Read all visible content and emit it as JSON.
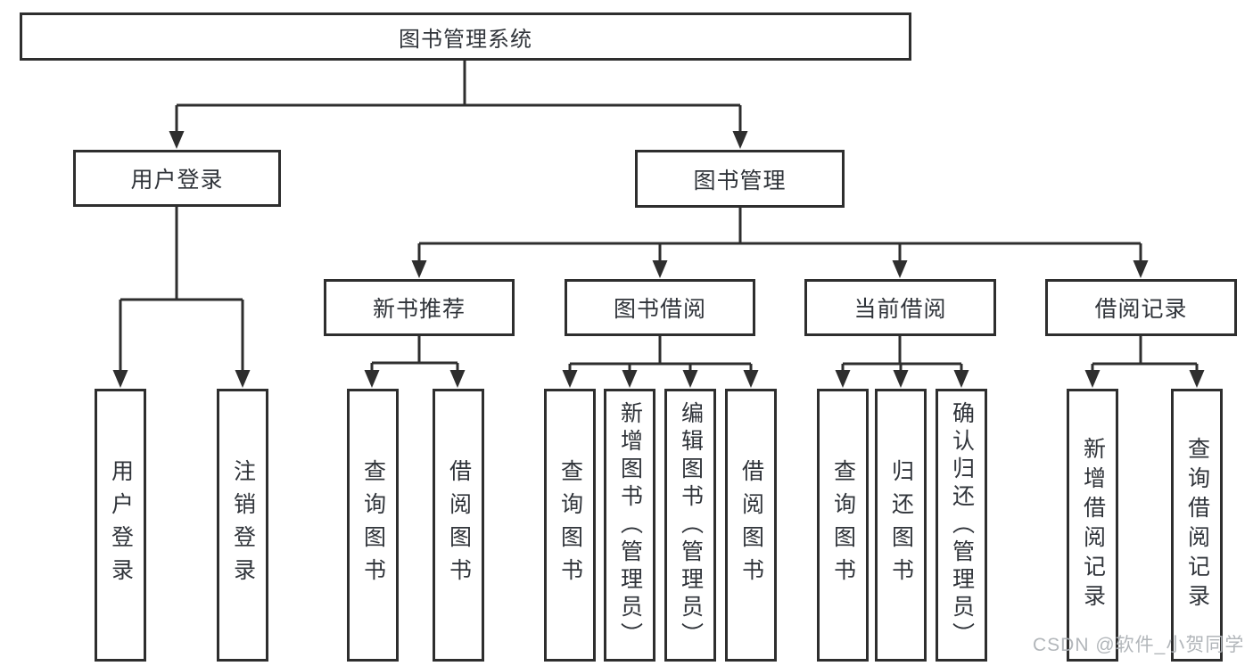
{
  "tree": {
    "label": "图书管理系统",
    "children": [
      {
        "label": "用户登录",
        "children": [
          {
            "label": "用户登录"
          },
          {
            "label": "注销登录"
          }
        ]
      },
      {
        "label": "图书管理",
        "children": [
          {
            "label": "新书推荐",
            "children": [
              {
                "label": "查询图书"
              },
              {
                "label": "借阅图书"
              }
            ]
          },
          {
            "label": "图书借阅",
            "children": [
              {
                "label": "查询图书"
              },
              {
                "label": "新增图书（管理员）"
              },
              {
                "label": "编辑图书（管理员）"
              },
              {
                "label": "借阅图书"
              }
            ]
          },
          {
            "label": "当前借阅",
            "children": [
              {
                "label": "查询图书"
              },
              {
                "label": "归还图书"
              },
              {
                "label": "确认归还（管理员）"
              }
            ]
          },
          {
            "label": "借阅记录",
            "children": [
              {
                "label": "新增借阅记录"
              },
              {
                "label": "查询借阅记录"
              }
            ]
          }
        ]
      }
    ]
  },
  "watermark": {
    "text": "CSDN @软件_小贺同学"
  },
  "colors": {
    "line": "#2e2e2e",
    "text": "#30343a",
    "background": "#ffffff",
    "watermark": "#aeb3b7"
  }
}
